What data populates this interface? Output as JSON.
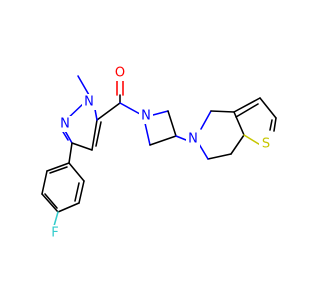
{
  "atoms": {
    "o": {
      "label": "O",
      "color": "#ff0000"
    },
    "n_pyrazole_1": {
      "label": "N",
      "color": "#0000ff"
    },
    "n_pyrazole_2": {
      "label": "N",
      "color": "#0000ff"
    },
    "n_azetidine": {
      "label": "N",
      "color": "#0000ff"
    },
    "n_piperidine": {
      "label": "N",
      "color": "#0000ff"
    },
    "s": {
      "label": "S",
      "color": "#c6c600"
    },
    "f": {
      "label": "F",
      "color": "#33cccc"
    }
  }
}
